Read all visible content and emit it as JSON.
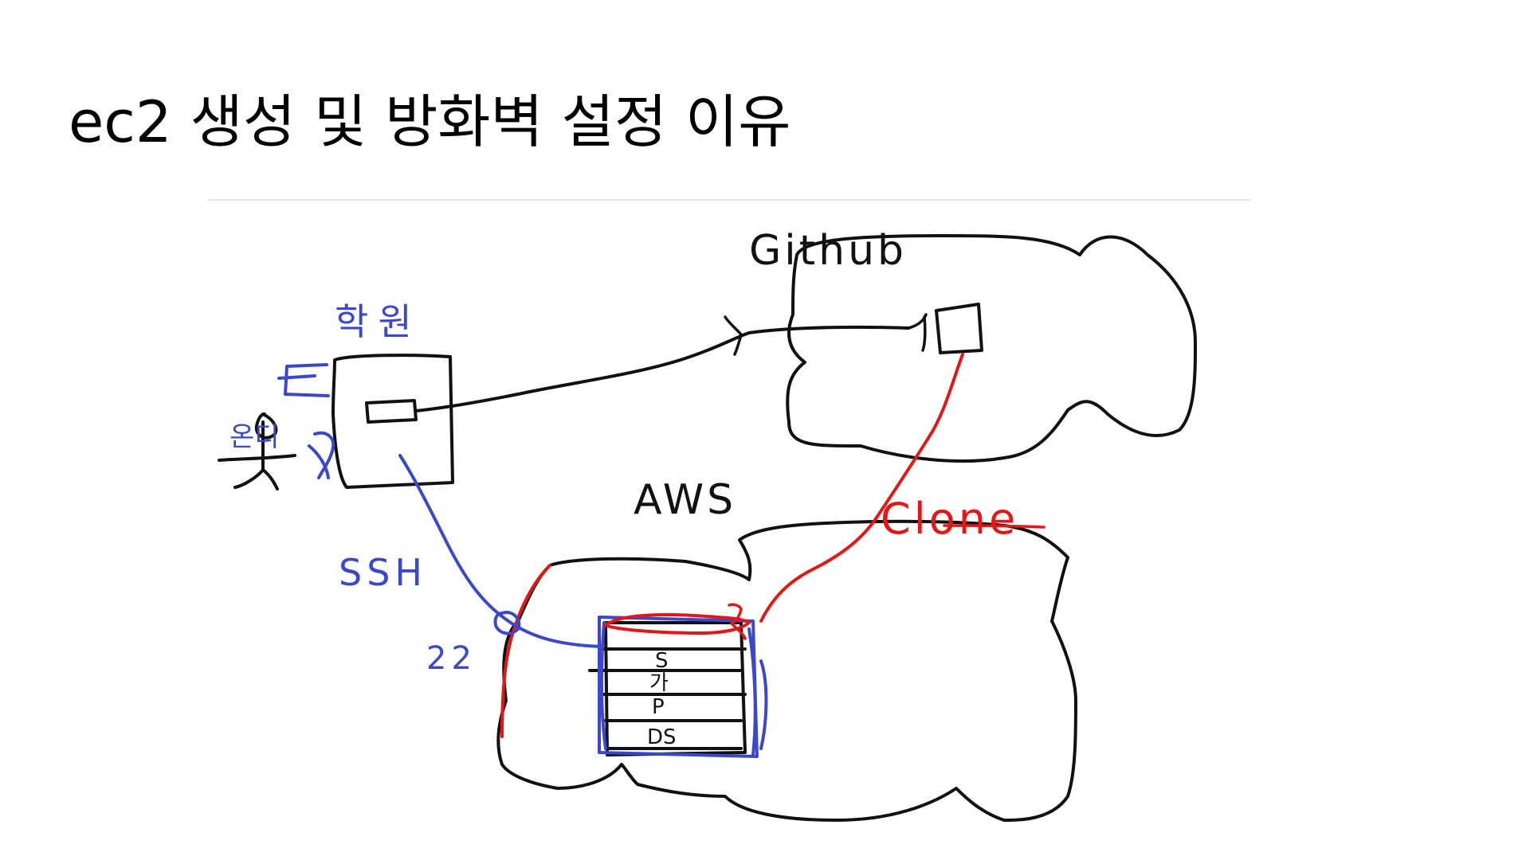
{
  "slide": {
    "title": "ec2 생성 및 방화벽 설정 이유"
  },
  "diagram": {
    "labels": {
      "github": "Github",
      "local": "학원",
      "user_side": "온디",
      "ssh": "SSH",
      "aws": "AWS",
      "clone": "Clone",
      "port": "22",
      "stack": [
        "S",
        "가",
        "P",
        "DS"
      ]
    },
    "colors": {
      "ink_black": "#111111",
      "ink_blue": "#3b48c9",
      "ink_red": "#e01818"
    }
  }
}
